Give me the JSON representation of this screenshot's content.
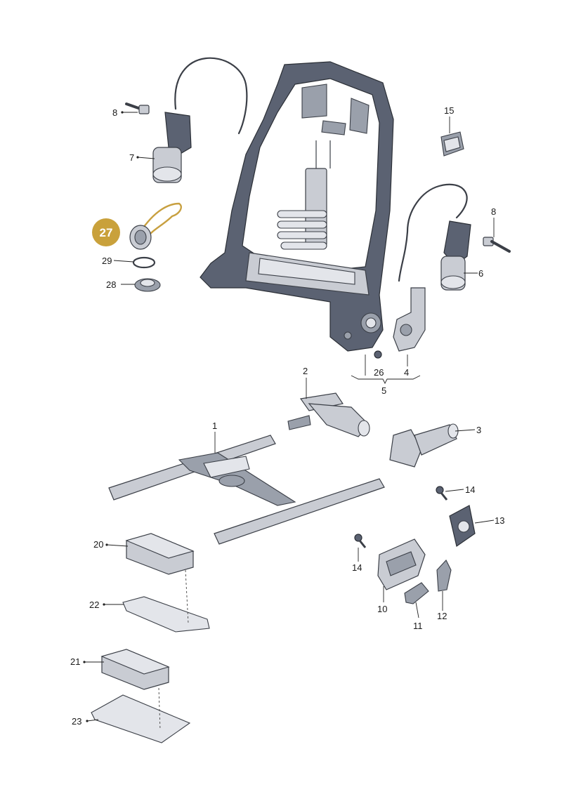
{
  "diagram": {
    "highlight_color": "#c9a13b",
    "parts": [
      {
        "id": "p1",
        "label": "1"
      },
      {
        "id": "p2",
        "label": "2"
      },
      {
        "id": "p3",
        "label": "3"
      },
      {
        "id": "p4",
        "label": "4"
      },
      {
        "id": "p5",
        "label": "5"
      },
      {
        "id": "p6",
        "label": "6"
      },
      {
        "id": "p7",
        "label": "7"
      },
      {
        "id": "p8a",
        "label": "8"
      },
      {
        "id": "p8b",
        "label": "8"
      },
      {
        "id": "p10",
        "label": "10"
      },
      {
        "id": "p11",
        "label": "11"
      },
      {
        "id": "p12",
        "label": "12"
      },
      {
        "id": "p13",
        "label": "13"
      },
      {
        "id": "p14a",
        "label": "14"
      },
      {
        "id": "p14b",
        "label": "14"
      },
      {
        "id": "p15",
        "label": "15"
      },
      {
        "id": "p20",
        "label": "20"
      },
      {
        "id": "p21",
        "label": "21"
      },
      {
        "id": "p22",
        "label": "22"
      },
      {
        "id": "p23",
        "label": "23"
      },
      {
        "id": "p26",
        "label": "26"
      },
      {
        "id": "p27",
        "label": "27"
      },
      {
        "id": "p28",
        "label": "28"
      },
      {
        "id": "p29",
        "label": "29"
      }
    ]
  }
}
